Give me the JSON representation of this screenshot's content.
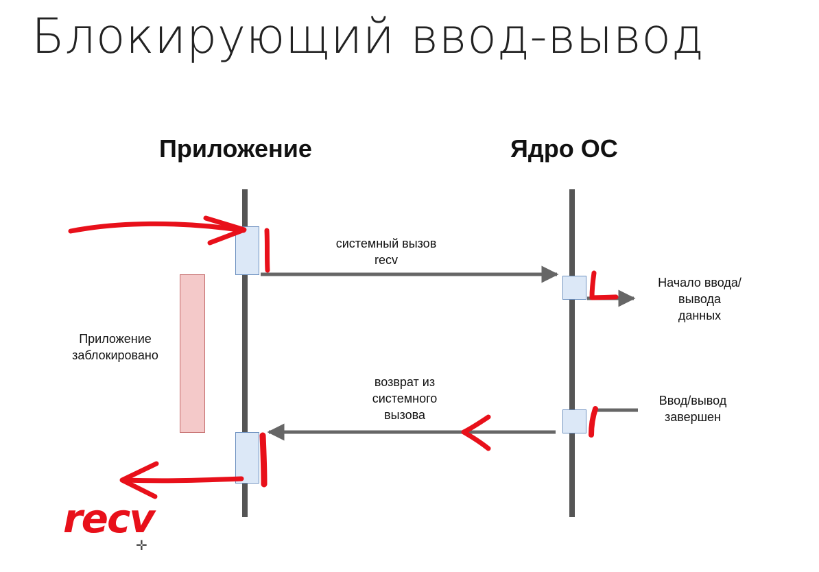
{
  "title": "Блокирующий ввод-вывод",
  "lanes": {
    "app": "Приложение",
    "kernel": "Ядро ОС"
  },
  "labels": {
    "syscall": "системный вызов\nrecv",
    "io_start": "Начало ввода/\nвывода\nданных",
    "app_blocked": "Приложение\nзаблокировано",
    "syscall_return": "возврат из\nсистемного\nвызова",
    "io_done": "Ввод/вывод\nзавершен"
  },
  "annotations": {
    "handwritten": "recv"
  },
  "colors": {
    "lifeline": "#555555",
    "arrow": "#666666",
    "activation_fill": "#dce8f7",
    "blocked_fill": "#f4c9c9",
    "annotation_red": "#e8101a"
  },
  "icons": {
    "cursor": "crosshair-cursor-icon"
  }
}
